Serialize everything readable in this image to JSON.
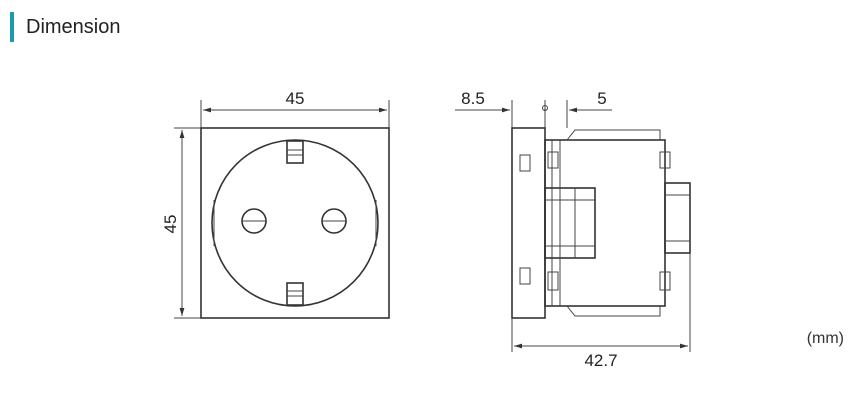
{
  "section": {
    "title": "Dimension",
    "accent_color": "#1a9bb0"
  },
  "unit_label": "(mm)",
  "dimensions": {
    "front_width": "45",
    "front_height": "45",
    "side_front_depth": "8.5",
    "side_back_step": "5",
    "side_total_depth": "42.7"
  }
}
